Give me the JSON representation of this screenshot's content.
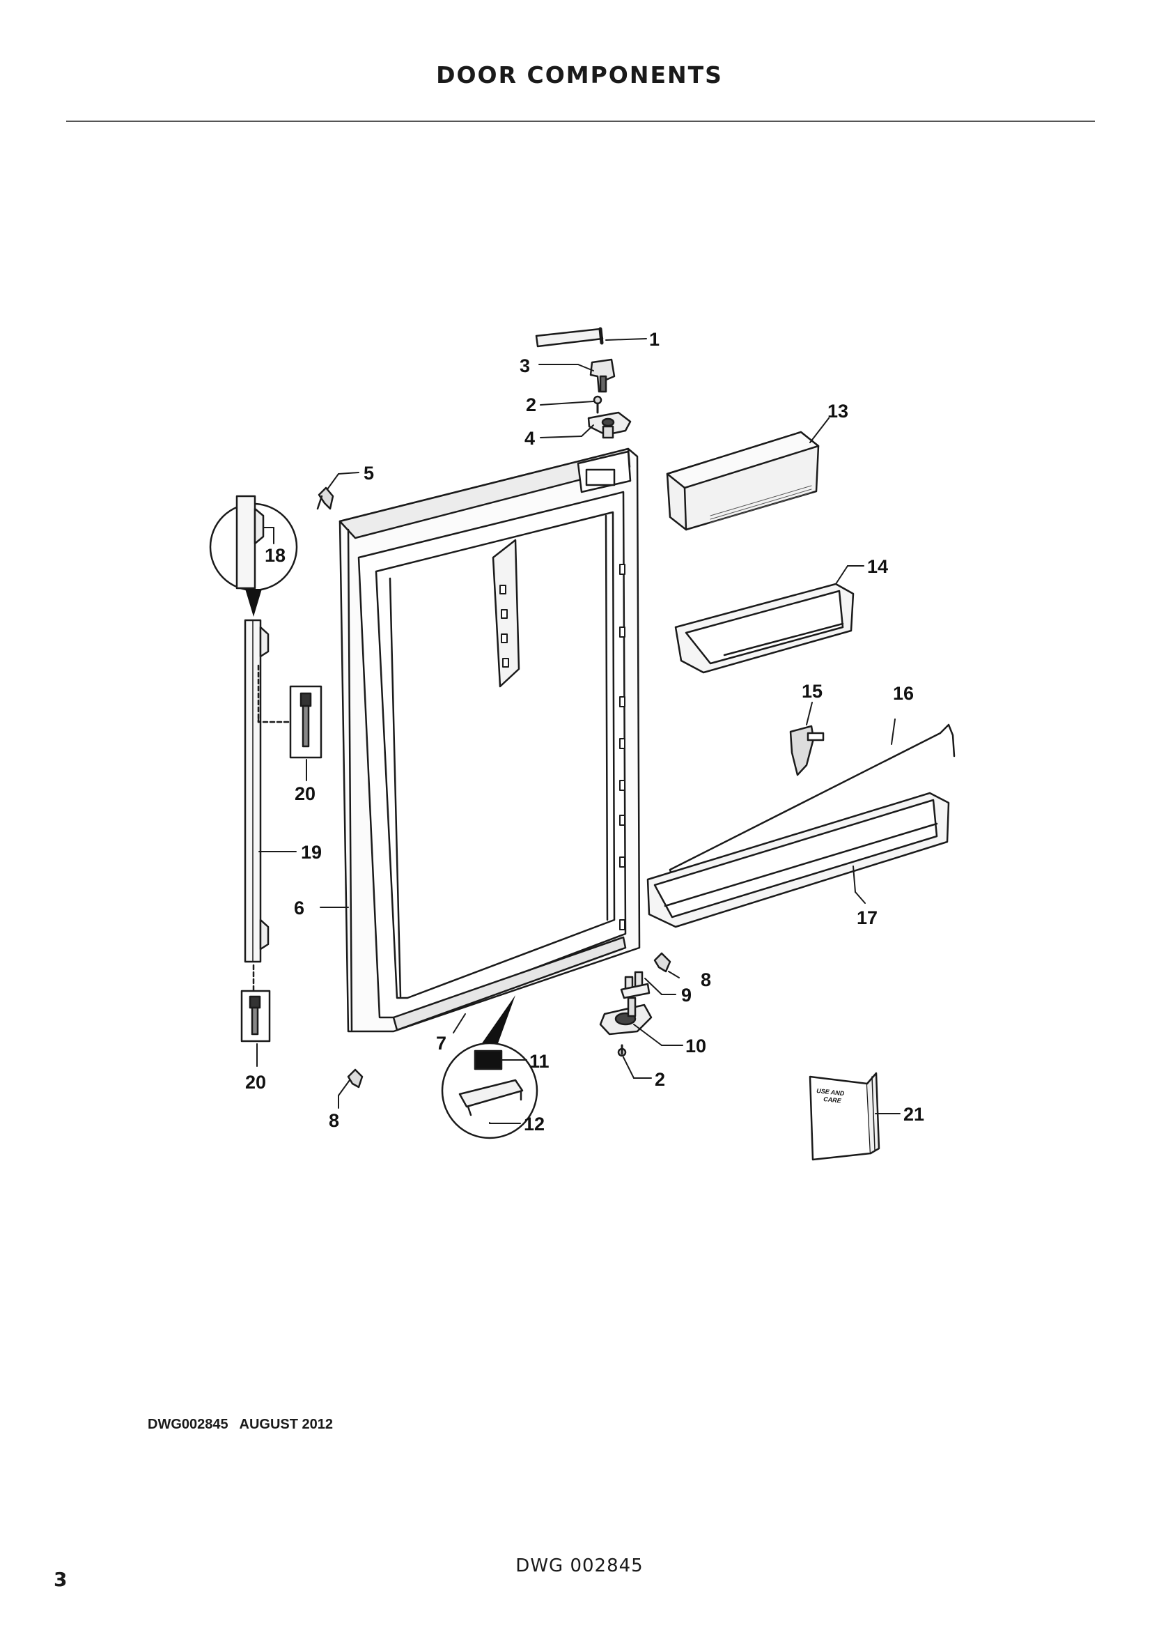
{
  "header": {
    "title": "DOOR COMPONENTS"
  },
  "diagram": {
    "callouts": {
      "c1": "1",
      "c2a": "2",
      "c2b": "2",
      "c3": "3",
      "c4": "4",
      "c5": "5",
      "c6": "6",
      "c7": "7",
      "c8a": "8",
      "c8b": "8",
      "c9": "9",
      "c10": "10",
      "c11": "11",
      "c12": "12",
      "c13": "13",
      "c14": "14",
      "c15": "15",
      "c16": "16",
      "c17": "17",
      "c18": "18",
      "c19": "19",
      "c20a": "20",
      "c20b": "20",
      "c21": "21"
    },
    "booklet_line1": "USE AND",
    "booklet_line2": "CARE"
  },
  "drawing_note": {
    "text": "DWG002845   AUGUST 2012"
  },
  "footer": {
    "page_number": "3",
    "drawing_ref": "DWG 002845"
  }
}
